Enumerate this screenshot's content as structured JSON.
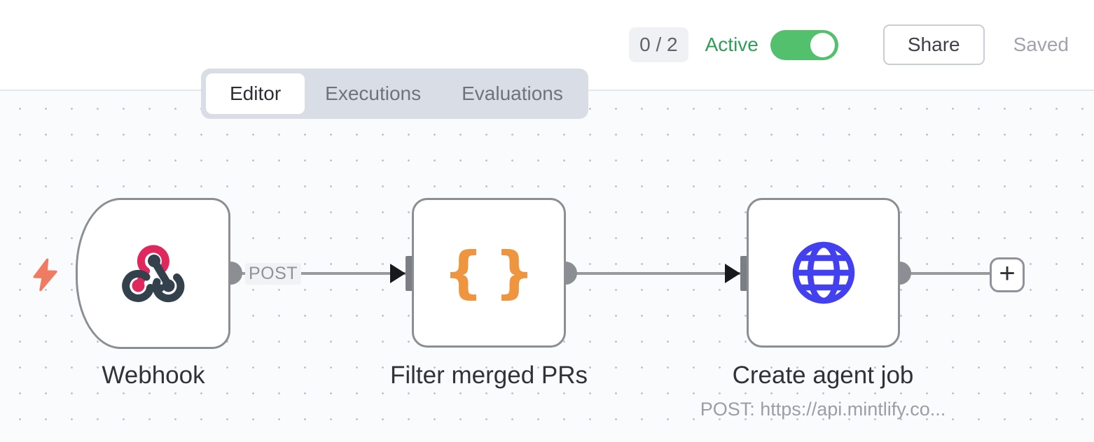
{
  "header": {
    "issue_count": "0 / 2",
    "active_label": "Active",
    "active_state": "on",
    "share_label": "Share",
    "save_status": "Saved"
  },
  "tabs": {
    "editor": "Editor",
    "executions": "Executions",
    "evaluations": "Evaluations",
    "active_tab": "Editor"
  },
  "workflow": {
    "nodes": [
      {
        "name": "Webhook",
        "type": "webhook-trigger",
        "icon": "webhook-icon",
        "output_label": "POST"
      },
      {
        "name": "Filter merged PRs",
        "type": "code",
        "icon": "code-braces-icon"
      },
      {
        "name": "Create agent job",
        "type": "http-request",
        "icon": "globe-icon",
        "subtitle": "POST: https://api.mintlify.co..."
      }
    ],
    "add_button_label": "+"
  },
  "icons": {
    "code_open_brace": "{",
    "code_close_brace": "}"
  },
  "colors": {
    "accent_green_text": "#2f9e58",
    "toggle_green": "#53c06d",
    "webhook_pink": "#e0285f",
    "webhook_dark": "#32414b",
    "code_orange": "#f0953f",
    "http_blue": "#4340ef",
    "trigger_bolt_coral": "#f07b63",
    "node_border_gray": "#8b8e92"
  }
}
